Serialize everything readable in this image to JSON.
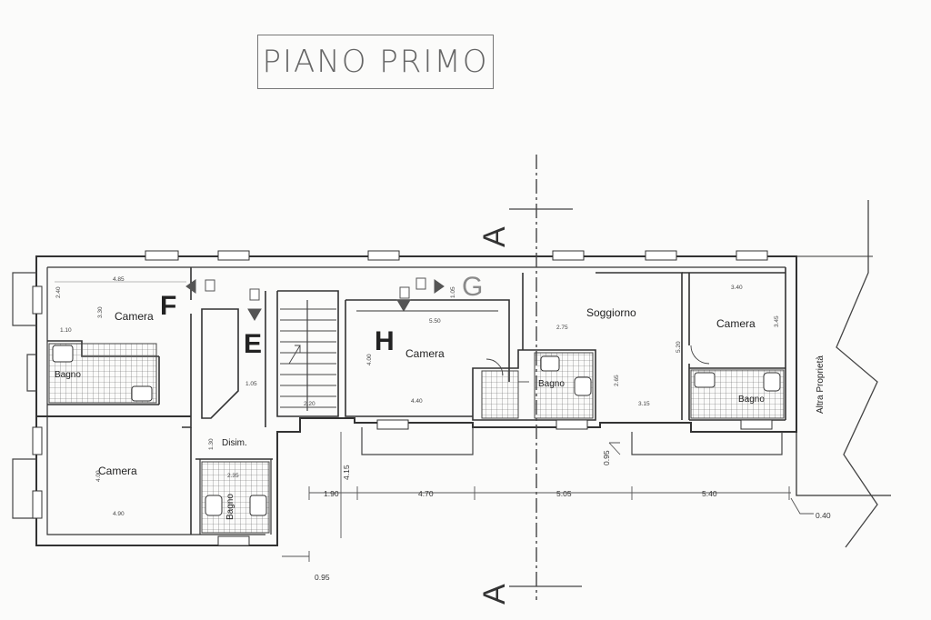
{
  "title": "PIANO PRIMO",
  "rooms": {
    "camera_top_left": "Camera",
    "camera_bottom_left": "Camera",
    "camera_center": "Camera",
    "camera_right": "Camera",
    "soggiorno": "Soggiorno",
    "bagno_left": "Bagno",
    "bagno_bottom": "Bagno",
    "bagno_center": "Bagno",
    "bagno_right": "Bagno",
    "disimpegno": "Disim."
  },
  "letters": {
    "f": "F",
    "e": "E",
    "h": "H",
    "g": "G"
  },
  "section_marks": {
    "top": "A",
    "bottom": "A"
  },
  "neighbour_label": "Altra Proprietà",
  "dimensions": {
    "d_485": "4.85",
    "d_240": "2.40",
    "d_330": "3.30",
    "d_110": "1.10",
    "d_105a": "1.05",
    "d_105b": "1.05",
    "d_220": "2.20",
    "d_400": "4.00",
    "d_440": "4.40",
    "d_490": "4.90",
    "d_235": "2.35",
    "d_130": "1.30",
    "d_550": "5.50",
    "d_275": "2.75",
    "d_265": "2.65",
    "d_520": "5.20",
    "d_315": "3.15",
    "d_340": "3.40",
    "d_345": "3.45",
    "d_190": "1.90",
    "d_415": "4.15",
    "d_470": "4.70",
    "d_505": "5.05",
    "d_540": "5.40",
    "d_095a": "0.95",
    "d_095b": "0.95",
    "d_040": "0.40"
  }
}
